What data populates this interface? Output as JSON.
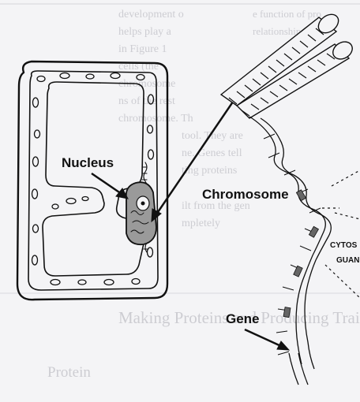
{
  "labels": {
    "nucleus": "Nucleus",
    "chromosome": "Chromosome",
    "gene": "Gene",
    "cytosine": "CYTOS",
    "guanine": "GUAN"
  },
  "bleed_through": {
    "lines": [
      "development o",
      "helps play a",
      "in Figure 1",
      "cells (the",
      "chromosome",
      "ns of the rest",
      "chromosome. Th",
      "e function of pro",
      "relationship betw",
      "tool. They are",
      "ne. Genes tell",
      "ting proteins",
      "ilt from the gen",
      "mpletely"
    ],
    "heading": "Making Proteins and Producing Traits",
    "footer_word": "Protein"
  },
  "colors": {
    "ink": "#111111",
    "nucleus_fill": "#9a9a9a",
    "page": "#f4f4f6",
    "bleed": "#c9c9cf"
  }
}
